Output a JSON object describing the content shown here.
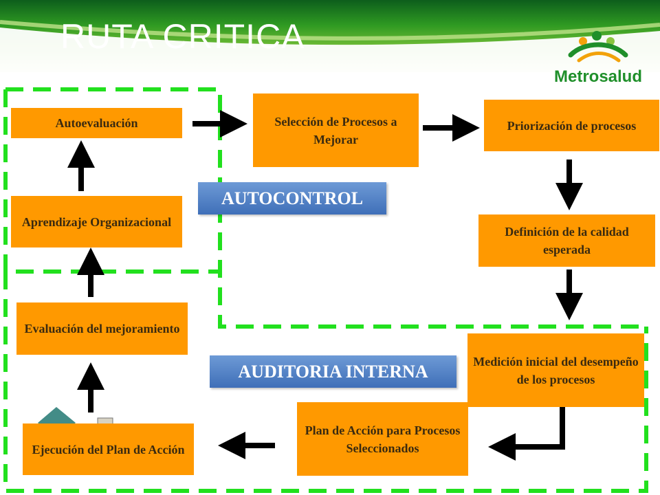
{
  "title": "RUTA CRITICA",
  "logo": {
    "text": "Metrosalud",
    "icon": "metrosalud-logo-icon"
  },
  "colors": {
    "box": "#ff9900",
    "dash": "#22e01e",
    "label": "#4a78bf",
    "arrow": "#000000"
  },
  "labels": {
    "autocontrol": "AUTOCONTROL",
    "auditoria": "AUDITORIA INTERNA"
  },
  "steps": {
    "autoevaluacion": "Autoevaluación",
    "seleccion": "Selección de Procesos a Mejorar",
    "priorizacion": "Priorización de procesos",
    "definicion": "Definición de la calidad esperada",
    "medicion": "Medición inicial del desempeño de los procesos",
    "plan": "Plan de Acción para Procesos Seleccionados",
    "ejecucion": "Ejecución del Plan de Acción",
    "evaluacion": "Evaluación del mejoramiento",
    "aprendizaje": "Aprendizaje Organizacional"
  }
}
